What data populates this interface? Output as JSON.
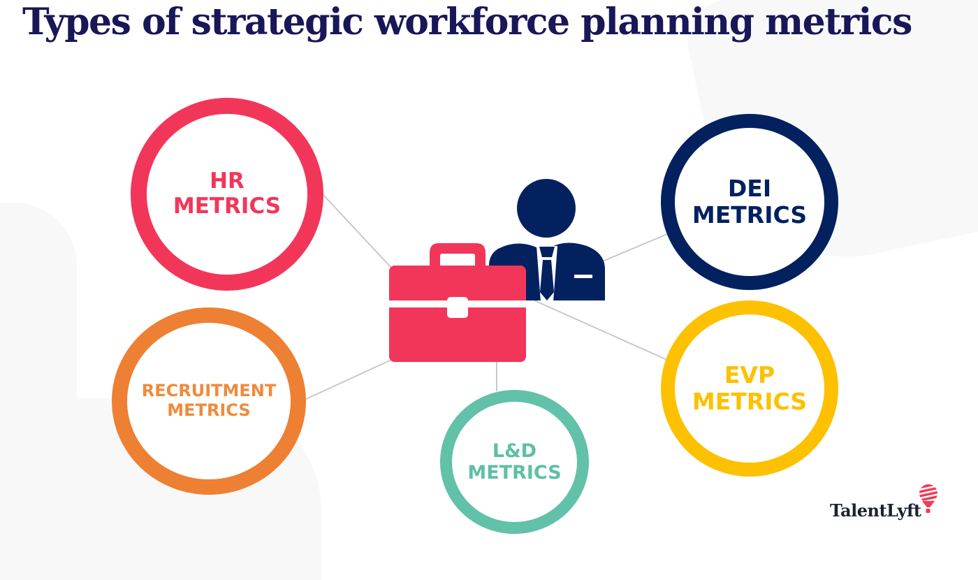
{
  "title": "Types of strategic workforce planning metrics",
  "colors": {
    "title": "#191757",
    "hr": "#f2365a",
    "recruitment": "#ed8033",
    "ld": "#62c1a9",
    "dei": "#03215f",
    "evp": "#fdc101",
    "connector": "#c8c8c8",
    "background_shape": "#f8f8f9"
  },
  "center": {
    "icons": [
      "briefcase-icon",
      "businessman-icon"
    ]
  },
  "nodes": [
    {
      "id": "hr",
      "line1": "HR",
      "line2": "METRICS"
    },
    {
      "id": "recruitment",
      "line1": "RECRUITMENT",
      "line2": "METRICS"
    },
    {
      "id": "ld",
      "line1": "L&D",
      "line2": "METRICS"
    },
    {
      "id": "dei",
      "line1": "DEI",
      "line2": "METRICS"
    },
    {
      "id": "evp",
      "line1": "EVP",
      "line2": "METRICS"
    }
  ],
  "logo": {
    "text": "TalentLyft",
    "icon": "hot-air-balloon-icon"
  }
}
